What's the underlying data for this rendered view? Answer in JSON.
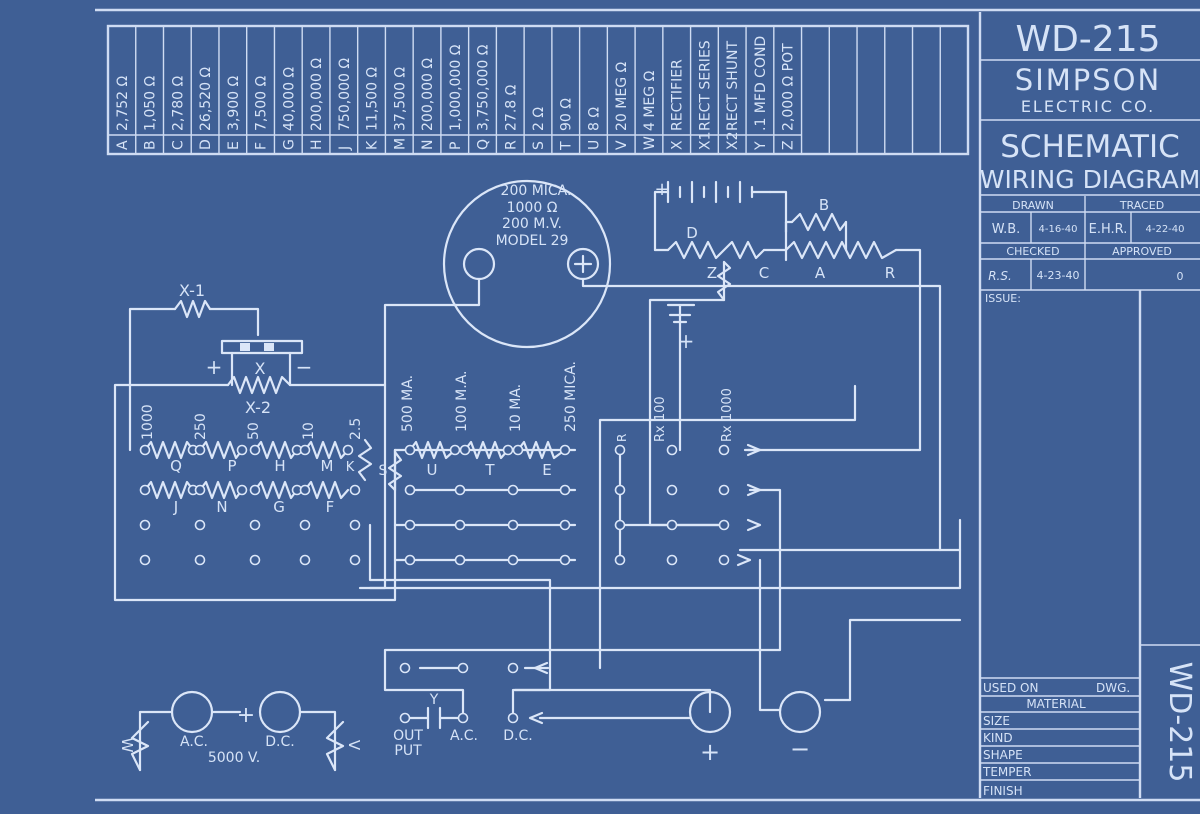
{
  "title_block": {
    "dwg_no": "WD-215",
    "company": "SIMPSON",
    "company_sub": "ELECTRIC CO.",
    "title1": "SCHEMATIC",
    "title2": "WIRING DIAGRAM",
    "drawn_label": "DRAWN",
    "traced_label": "TRACED",
    "drawn_by": "W.B.",
    "drawn_date": "4-16-40",
    "traced_by": "E.H.R.",
    "traced_date": "4-22-40",
    "checked_label": "CHECKED",
    "approved_label": "APPROVED",
    "checked_by": "R.S.",
    "checked_date": "4-23-40",
    "approved_by": "0",
    "issue_label": "ISSUE:",
    "used_on_label": "USED ON",
    "dwg_label": "DWG.",
    "material_label": "MATERIAL",
    "size_label": "SIZE",
    "kind_label": "KIND",
    "shape_label": "SHAPE",
    "temper_label": "TEMPER",
    "finish_label": "FINISH",
    "side_no": "WD-215"
  },
  "parts_list": [
    {
      "letter": "A",
      "value": "2,752 Ω"
    },
    {
      "letter": "B",
      "value": "1,050 Ω"
    },
    {
      "letter": "C",
      "value": "2,780 Ω"
    },
    {
      "letter": "D",
      "value": "26,520 Ω"
    },
    {
      "letter": "E",
      "value": "3,900 Ω"
    },
    {
      "letter": "F",
      "value": "7,500 Ω"
    },
    {
      "letter": "G",
      "value": "40,000 Ω"
    },
    {
      "letter": "H",
      "value": "200,000 Ω"
    },
    {
      "letter": "J",
      "value": "750,000 Ω"
    },
    {
      "letter": "K",
      "value": "11,500 Ω"
    },
    {
      "letter": "M",
      "value": "37,500 Ω"
    },
    {
      "letter": "N",
      "value": "200,000 Ω"
    },
    {
      "letter": "P",
      "value": "1,000,000 Ω"
    },
    {
      "letter": "Q",
      "value": "3,750,000 Ω"
    },
    {
      "letter": "R",
      "value": "27.8 Ω"
    },
    {
      "letter": "S",
      "value": "2 Ω"
    },
    {
      "letter": "T",
      "value": "90 Ω"
    },
    {
      "letter": "U",
      "value": "8 Ω"
    },
    {
      "letter": "V",
      "value": "20 MEG Ω"
    },
    {
      "letter": "W",
      "value": "4 MEG Ω"
    },
    {
      "letter": "X",
      "value": "RECTIFIER"
    },
    {
      "letter": "X1",
      "value": "RECT SERIES"
    },
    {
      "letter": "X2",
      "value": "RECT SHUNT"
    },
    {
      "letter": "Y",
      "value": ".1 MFD COND"
    },
    {
      "letter": "Z",
      "value": "2,000 Ω POT"
    }
  ],
  "meter": {
    "line1": "200 MICA.",
    "line2": "1000 Ω",
    "line3": "200 M.V.",
    "line4": "MODEL 29"
  },
  "labels": {
    "x1": "X-1",
    "x": "X",
    "x2": "X-2",
    "plus": "+",
    "minus": "−",
    "d": "D",
    "b": "B",
    "z": "Z",
    "c": "C",
    "a": "A",
    "r": "R",
    "r_tap": "R",
    "rx100": "Rx 100",
    "rx1000": "Rx 1000",
    "r1000": "1000",
    "r250": "250",
    "r50": "50",
    "r10": "10",
    "r2_5": "2.5",
    "q": "Q",
    "p": "P",
    "h": "H",
    "m": "M",
    "k": "K",
    "j": "J",
    "n": "N",
    "g": "G",
    "f": "F",
    "s": "S",
    "u": "U",
    "t": "T",
    "e": "E",
    "ma500": "500 MA.",
    "ma100": "100 M.A.",
    "ma10": "10 MA.",
    "mica250": "250 MICA.",
    "y": "Y",
    "output1": "OUT",
    "output2": "PUT",
    "ac": "A.C.",
    "dc": "D.C.",
    "ac_left": "A.C.",
    "dc_left": "D.C.",
    "v5000": "5000 V.",
    "plus_jack": "+",
    "minus_jack": "−",
    "plus_small": "+",
    "w_left": "W",
    "v_right": "V"
  }
}
